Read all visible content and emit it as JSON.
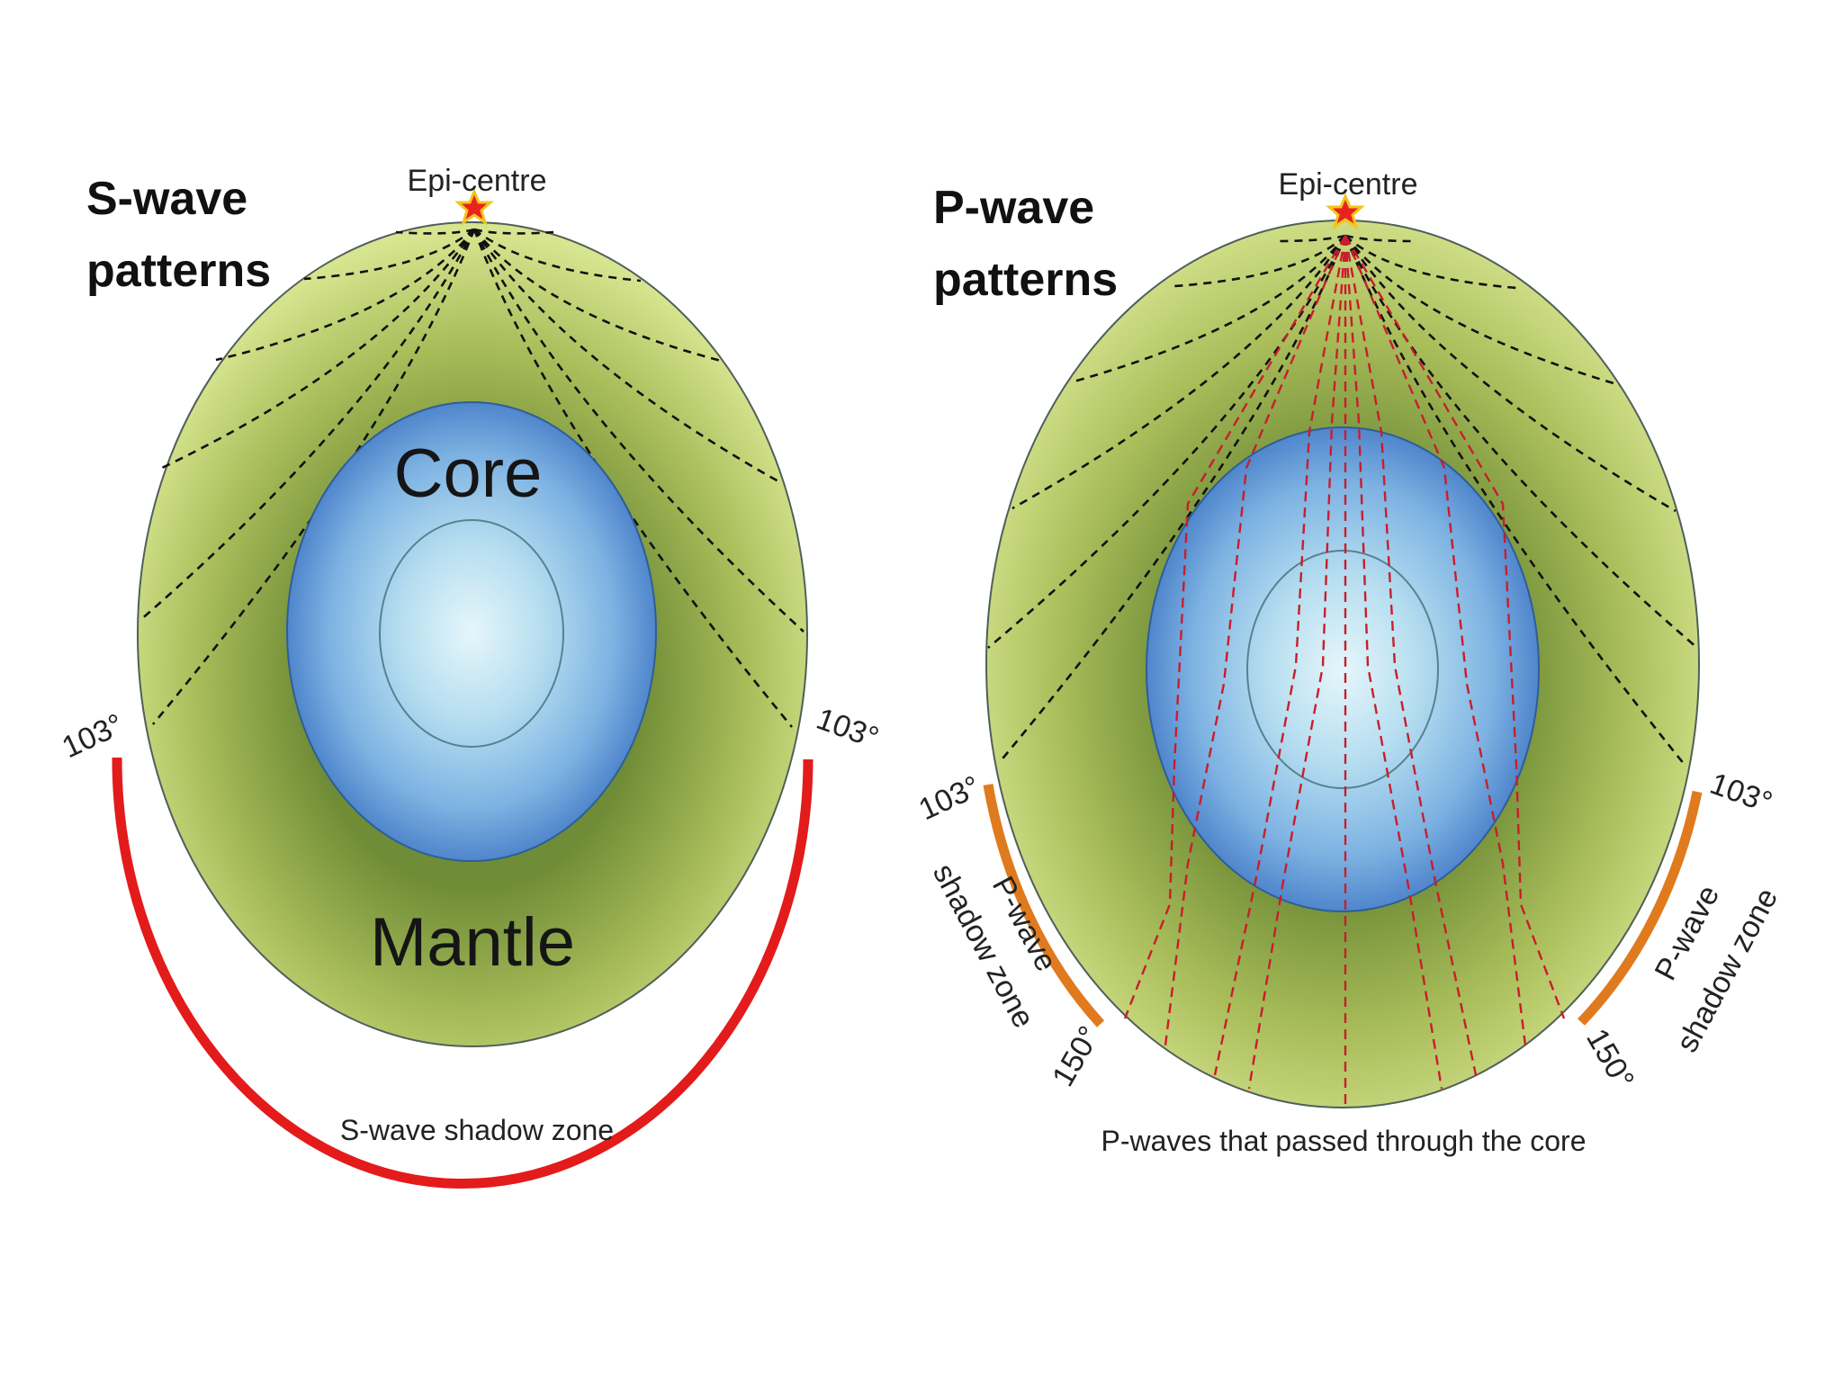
{
  "colors": {
    "mantle_light": "#d6e38d",
    "mantle_dark": "#88a246",
    "core_light": "#e0f3f8",
    "core_mid": "#8cc4ea",
    "core_dark": "#3a72c0",
    "s_shadow": "#e31b1b",
    "p_shadow": "#e07a1e",
    "p_ray": "#c81e2c",
    "s_ray": "#111111",
    "star_fill": "#e8231d",
    "star_stroke": "#f3c51b"
  },
  "s_panel": {
    "title_line1": "S-wave",
    "title_line2": "patterns",
    "epicentre_label": "Epi-centre",
    "core_label": "Core",
    "mantle_label": "Mantle",
    "angle_left": "103°",
    "angle_right": "103°",
    "shadow_caption": "S-wave shadow zone"
  },
  "p_panel": {
    "title_line1": "P-wave",
    "title_line2": "patterns",
    "epicentre_label": "Epi-centre",
    "left_angle_top": "103°",
    "left_angle_bottom": "150°",
    "right_angle_top": "103°",
    "right_angle_bottom": "150°",
    "left_zone_line1": "P-wave",
    "left_zone_line2": "shadow zone",
    "right_zone_line1": "P-wave",
    "right_zone_line2": "shadow zone",
    "caption": "P-waves that passed through the core"
  }
}
